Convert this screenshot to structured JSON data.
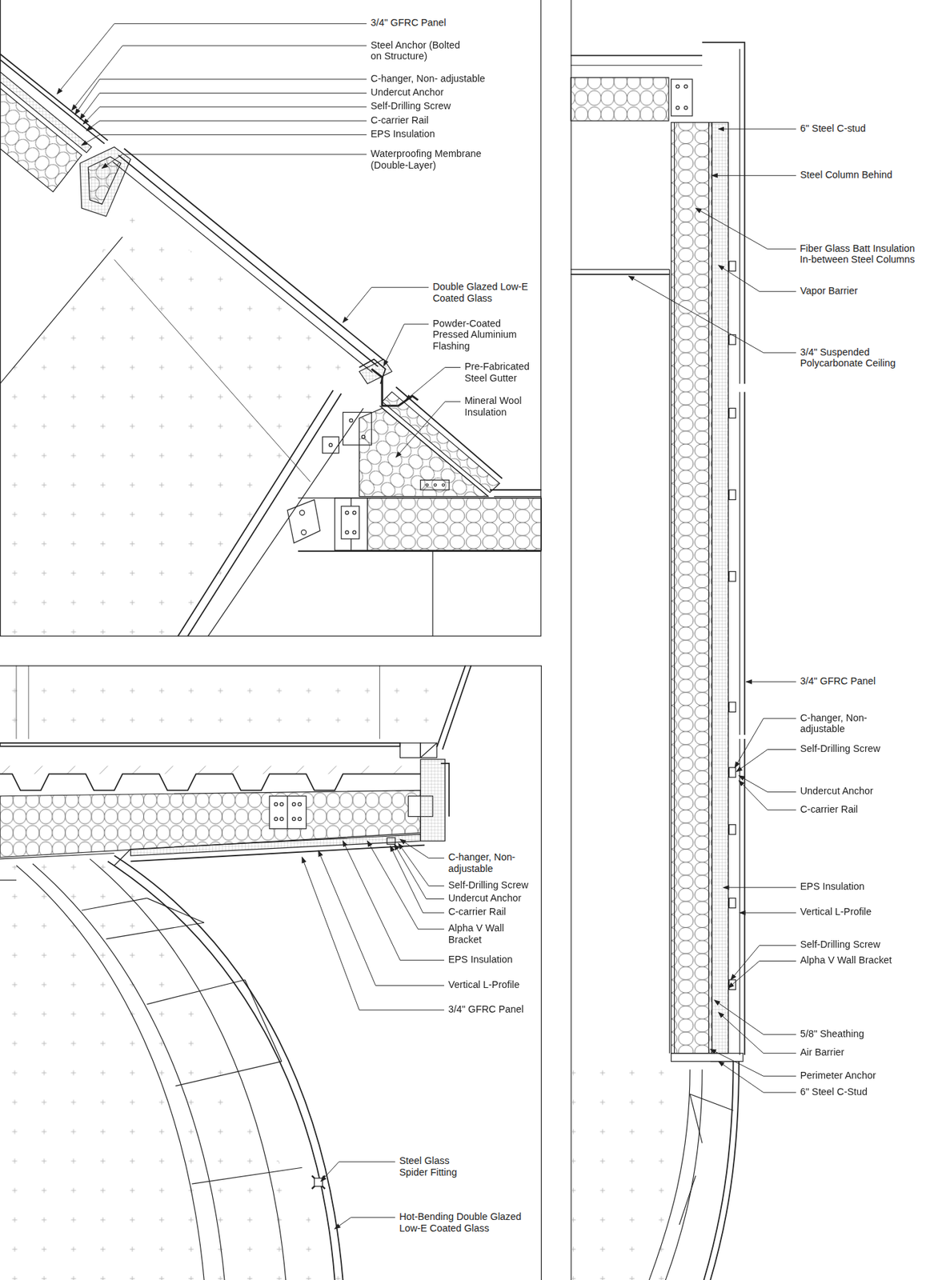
{
  "diagram": {
    "labels": [
      "3/4\" GFRC Panel",
      "Steel Anchor (Bolted on Structure)",
      "C-hanger, Non- adjustable",
      "Undercut Anchor",
      "Self-Drilling Screw",
      "C-carrier Rail",
      "EPS Insulation",
      "Waterproofing Membrane (Double-Layer)",
      "Double Glazed Low-E Coated Glass",
      "Powder-Coated Pressed Aluminium Flashing",
      "Pre-Fabricated Steel Gutter",
      "Mineral Wool Insulation",
      "C-hanger, Non- adjustable",
      "Self-Drilling Screw",
      "Undercut Anchor",
      "C-carrier Rail",
      "Alpha V Wall Bracket",
      "EPS Insulation",
      "Vertical L-Profile",
      "3/4\" GFRC Panel",
      "Steel Glass Spider Fitting",
      "Hot-Bending Double Glazed Low-E Coated Glass",
      "6\" Steel C-stud",
      "Steel Column Behind",
      "Fiber Glass Batt Insulation In-between Steel Columns",
      "Vapor Barrier",
      "3/4\" Suspended Polycarbonate Ceiling",
      "3/4\" GFRC Panel",
      "C-hanger, Non- adjustable",
      "Self-Drilling Screw",
      "Undercut Anchor",
      "C-carrier Rail",
      "EPS Insulation",
      "Vertical L-Profile",
      "Self-Drilling Screw",
      "Alpha V Wall Bracket",
      "5/8\" Sheathing",
      "Air Barrier",
      "Perimeter Anchor",
      "6\" Steel C-Stud"
    ]
  }
}
